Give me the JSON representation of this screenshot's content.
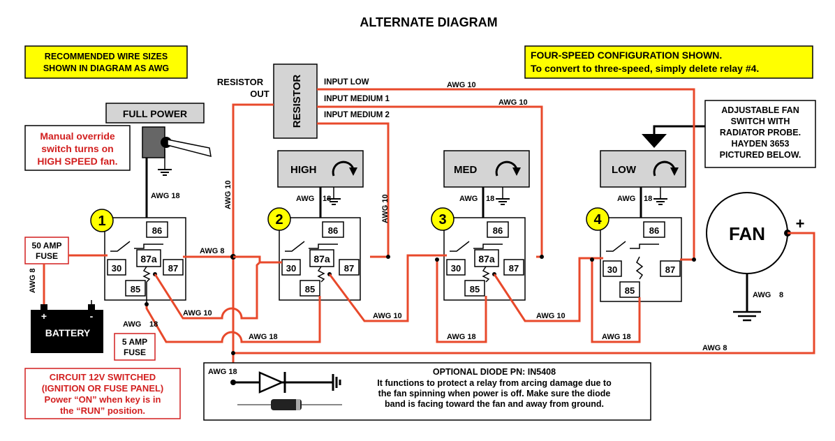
{
  "title": "ALTERNATE DIAGRAM",
  "notes": {
    "wire_sizes": [
      "RECOMMENDED WIRE SIZES",
      "SHOWN IN DIAGRAM AS AWG"
    ],
    "config": [
      "FOUR-SPEED CONFIGURATION SHOWN.",
      "To convert to three-speed, simply delete relay #4."
    ],
    "fan_switch": [
      "ADJUSTABLE FAN",
      "SWITCH WITH",
      "RADIATOR PROBE.",
      "HAYDEN 3653",
      "PICTURED BELOW."
    ],
    "override": [
      "Manual override",
      "switch turns on",
      "HIGH SPEED fan."
    ],
    "circuit": [
      "CIRCUIT 12V SWITCHED",
      "(IGNITION OR FUSE PANEL)",
      "Power “ON” when key is in",
      "the “RUN” position."
    ],
    "diode_title": "OPTIONAL DIODE PN: IN5408",
    "diode_text": [
      "It functions to protect a relay from arcing damage due to",
      "the fan spinning when power is off.  Make sure the diode",
      "band is facing toward the fan and away from ground."
    ]
  },
  "components": {
    "full_power": "FULL POWER",
    "resistor": "RESISTOR",
    "resistor_out": [
      "RESISTOR",
      "OUT"
    ],
    "fuse_50": [
      "50 AMP",
      "FUSE"
    ],
    "fuse_5": [
      "5 AMP",
      "FUSE"
    ],
    "battery": "BATTERY",
    "fan": "FAN",
    "plus": "+",
    "battery_plus": "+",
    "battery_minus": "-",
    "speeds": {
      "high": "HIGH",
      "med": "MED",
      "low": "LOW"
    }
  },
  "resistor_inputs": {
    "low": "INPUT LOW",
    "medium1": "INPUT MEDIUM 1",
    "medium2": "INPUT MEDIUM 2"
  },
  "relays": [
    {
      "number": "1",
      "pins": {
        "p30": "30",
        "p86": "86",
        "p87": "87",
        "p87a": "87a",
        "p85": "85"
      }
    },
    {
      "number": "2",
      "pins": {
        "p30": "30",
        "p86": "86",
        "p87": "87",
        "p87a": "87a",
        "p85": "85"
      }
    },
    {
      "number": "3",
      "pins": {
        "p30": "30",
        "p86": "86",
        "p87": "87",
        "p87a": "87a",
        "p85": "85"
      }
    },
    {
      "number": "4",
      "pins": {
        "p30": "30",
        "p86": "86",
        "p87": "87",
        "p85": "85"
      }
    }
  ],
  "wire_labels": {
    "awg10_low": "AWG 10",
    "awg10_med1": "AWG 10",
    "awg18_fullpower": "AWG 18",
    "awg10_vertical_left": "AWG 10",
    "awg10_vertical_right": "AWG 10",
    "awg8_relay1": "AWG 8",
    "awg8_fuse": "AWG 8",
    "awg18_r2": "AWG",
    "awg18_r2b": "18",
    "awg18_r3": "AWG",
    "awg18_r3b": "18",
    "awg18_r4": "AWG",
    "awg18_r4b": "18",
    "awg10_r1_87a": "AWG 10",
    "awg10_r2_87a": "AWG 10",
    "awg10_r3_87a": "AWG 10",
    "awg18_85a": "AWG",
    "awg18_85b": "18",
    "awg18_bus": "AWG 18",
    "awg18_r3_bottom": "AWG 18",
    "awg18_r4_bottom": "AWG 18",
    "awg8_fan": "AWG 8",
    "awg8_ground": "AWG",
    "awg8_groundb": "8",
    "awg18_diode": "AWG 18"
  }
}
